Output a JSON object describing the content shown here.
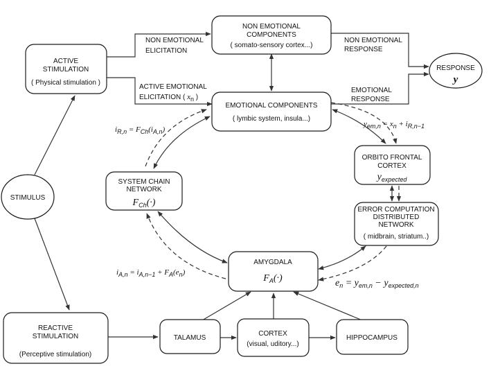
{
  "colors": {
    "line": "#333333",
    "box_stroke": "#1a1a1a",
    "text": "#111111",
    "background": "#ffffff"
  },
  "nodes": {
    "active_stimulation": {
      "line1": "ACTIVE",
      "line2": "STIMULATION",
      "line3": "( Physical stimulation )"
    },
    "non_emotional": {
      "line1": "NON EMOTIONAL",
      "line2": "COMPONENTS",
      "line3": "( somato-sensory cortex...)"
    },
    "emotional": {
      "line1": "EMOTIONAL COMPONENTS",
      "line2": "( lymbic system, insula...)"
    },
    "response": {
      "line1": "RESPONSE",
      "symbol": "y"
    },
    "stimulus": {
      "line1": "STIMULUS"
    },
    "system_chain": {
      "line1": "SYSTEM CHAIN",
      "line2": "NETWORK",
      "formula": "F_Ch(·)"
    },
    "orbito_frontal": {
      "line1": "ORBITO  FRONTAL",
      "line2": "CORTEX",
      "formula": "y_expected"
    },
    "error_computation": {
      "line1": "ERROR COMPUTATION",
      "line2": "DISTRIBUTED",
      "line3": "NETWORK",
      "line4": "( midbrain, striatum..)"
    },
    "amygdala": {
      "line1": "AMYGDALA",
      "formula": "F_A(·)"
    },
    "reactive_stimulation": {
      "line1": "REACTIVE",
      "line2": "STIMULATION",
      "line3": "(Perceptive stimulation)"
    },
    "talamus": {
      "line1": "TALAMUS"
    },
    "cortex": {
      "line1": "CORTEX",
      "line2": "(visual, uditory...)"
    },
    "hippocampus": {
      "line1": "HIPPOCAMPUS"
    }
  },
  "edge_labels": {
    "non_emotional_elicitation_1": "NON  EMOTIONAL",
    "non_emotional_elicitation_2": "ELICITATION",
    "active_emotional_elicitation_1": "ACTIVE EMOTIONAL",
    "active_emotional_elicitation_2": "ELICITATION ( x_n )",
    "non_emotional_response_1": "NON EMOTIONAL",
    "non_emotional_response_2": "RESPONSE",
    "emotional_response_1": "EMOTIONAL",
    "emotional_response_2": "RESPONSE"
  },
  "equations": {
    "i_R": "i_R,n = F_Ch(i_A,n)",
    "y_em": "y_em,n = x_n + i_R,n−1",
    "i_A": "i_A,n = i_A,n−1 + F_A(e_n)",
    "e_n": "e_n = y_em,n − y_expected,n"
  }
}
